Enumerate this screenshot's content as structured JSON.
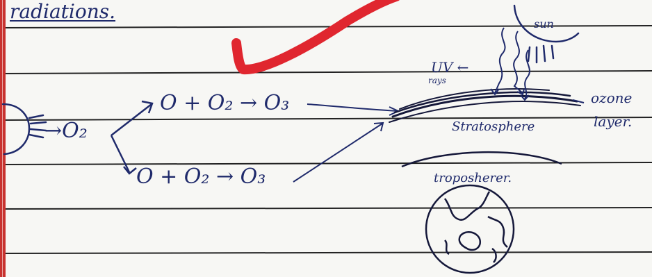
{
  "notes": {
    "heading": "radiations.",
    "equation_top": "O + O₂ → O₃",
    "equation_bottom": "O + O₂ → O₃",
    "oxygen_label": "→O₂",
    "sun_label": "sun",
    "uv_label": "UV ←",
    "uv_rays_label": "rays",
    "ozone_label_1": "ozone",
    "ozone_label_2": "layer.",
    "stratosphere_label": "Stratosphere",
    "troposphere_label": "troposherer."
  },
  "colors": {
    "ink": "#1f2a6b",
    "tick_mark": "#e0262f",
    "margin": "#c8322f",
    "rule_line": "#1e1e1e",
    "paper": "#f7f7f4"
  },
  "icons": {
    "check": "red-check-mark",
    "sun": "sun-icon",
    "earth": "earth-globe-icon",
    "sun_source": "sun-source-icon"
  }
}
